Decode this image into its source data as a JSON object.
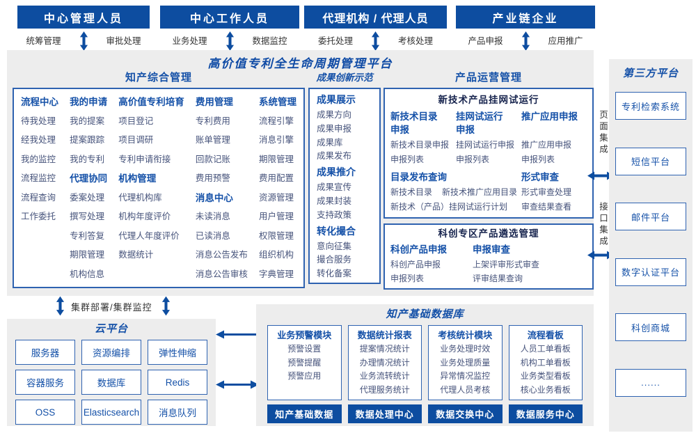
{
  "palette": {
    "header_bg": "#0d4da0",
    "title_blue": "#1551a8",
    "main_title_blue": "#0e4aa5",
    "item_text": "#46537b",
    "panel_bg": "#ededed",
    "border_blue": "#2e62b0",
    "dark_label": "#333333",
    "subbox_title": "#16234d",
    "arrow_blue": "#0d4da0"
  },
  "actors": [
    {
      "title": "中心管理人员",
      "left_label": "统筹管理",
      "right_label": "审批处理"
    },
    {
      "title": "中心工作人员",
      "left_label": "业务处理",
      "right_label": "数据监控"
    },
    {
      "title": "代理机构 / 代理人员",
      "left_label": "委托处理",
      "right_label": "考核处理"
    },
    {
      "title": "产业链企业",
      "left_label": "产品申报",
      "right_label": "应用推广"
    }
  ],
  "platform": {
    "title": "高价值专利全生命周期管理平台",
    "ip_mgmt": {
      "title": "知产综合管理",
      "columns": [
        [
          {
            "t": "h",
            "x": "流程中心"
          },
          {
            "t": "i",
            "x": "待我处理"
          },
          {
            "t": "i",
            "x": "经我处理"
          },
          {
            "t": "i",
            "x": "我的监控"
          },
          {
            "t": "i",
            "x": "流程监控"
          },
          {
            "t": "i",
            "x": "流程查询"
          },
          {
            "t": "i",
            "x": "工作委托"
          }
        ],
        [
          {
            "t": "h",
            "x": "我的申请"
          },
          {
            "t": "i",
            "x": "我的提案"
          },
          {
            "t": "i",
            "x": "提案跟踪"
          },
          {
            "t": "i",
            "x": "我的专利"
          },
          {
            "t": "h",
            "x": "代理协同"
          },
          {
            "t": "i",
            "x": "委案处理"
          },
          {
            "t": "i",
            "x": "撰写处理"
          },
          {
            "t": "i",
            "x": "专利答复"
          },
          {
            "t": "i",
            "x": "期限管理"
          },
          {
            "t": "i",
            "x": "机构信息"
          }
        ],
        [
          {
            "t": "h",
            "x": "高价值专利培育"
          },
          {
            "t": "i",
            "x": "项目登记"
          },
          {
            "t": "i",
            "x": "项目调研"
          },
          {
            "t": "i",
            "x": "专利申请衔接"
          },
          {
            "t": "h",
            "x": "机构管理"
          },
          {
            "t": "i",
            "x": "代理机构库"
          },
          {
            "t": "i",
            "x": "机构年度评价"
          },
          {
            "t": "i",
            "x": "代理人年度评价"
          },
          {
            "t": "i",
            "x": "数据统计"
          }
        ],
        [
          {
            "t": "h",
            "x": "费用管理"
          },
          {
            "t": "i",
            "x": "专利费用"
          },
          {
            "t": "i",
            "x": "账单管理"
          },
          {
            "t": "i",
            "x": "回款记账"
          },
          {
            "t": "i",
            "x": "费用预警"
          },
          {
            "t": "h",
            "x": "消息中心"
          },
          {
            "t": "i",
            "x": "未读消息"
          },
          {
            "t": "i",
            "x": "已读消息"
          },
          {
            "t": "i",
            "x": "消息公告发布"
          },
          {
            "t": "i",
            "x": "消息公告审核"
          }
        ],
        [
          {
            "t": "h",
            "x": "系统管理"
          },
          {
            "t": "i",
            "x": "流程引擎"
          },
          {
            "t": "i",
            "x": "消息引擎"
          },
          {
            "t": "i",
            "x": "期限管理"
          },
          {
            "t": "i",
            "x": "费用配置"
          },
          {
            "t": "i",
            "x": "资源管理"
          },
          {
            "t": "i",
            "x": "用户管理"
          },
          {
            "t": "i",
            "x": "权限管理"
          },
          {
            "t": "i",
            "x": "组织机构"
          },
          {
            "t": "i",
            "x": "字典管理"
          }
        ]
      ]
    },
    "showcase": {
      "title": "成果创新示范",
      "groups": [
        {
          "header": "成果展示",
          "items": [
            "成果方向",
            "成果申报",
            "成果库",
            "成果发布"
          ]
        },
        {
          "header": "成果推介",
          "items": [
            "成果宣传",
            "成果封装",
            "支持政策"
          ]
        },
        {
          "header": "转化撮合",
          "items": [
            "意向征集",
            "撮合服务",
            "转化备案"
          ]
        }
      ]
    },
    "product_ops": {
      "title": "产品运营管理",
      "trial": {
        "title": "新技术产品挂网试运行",
        "columns": [
          {
            "header": "新技术目录\n申报",
            "items": [
              "新技术目录申报",
              "申报列表"
            ]
          },
          {
            "header": "挂网试运行\n申报",
            "items": [
              "挂网试运行申报",
              "申报列表"
            ]
          },
          {
            "header": "推广应用申报",
            "items": [
              "推广应用申报",
              "申报列表"
            ]
          }
        ],
        "catalog": {
          "header": "目录发布查询",
          "rows": [
            [
              "新技术目录",
              "新技术推广应用目录"
            ],
            [
              "新技术（产品）挂网试运行计划"
            ]
          ]
        },
        "review": {
          "header": "形式审查",
          "items": [
            "形式审查处理",
            "审查结果查看"
          ]
        }
      },
      "selection": {
        "title": "科创专区产品遴选管理",
        "columns": [
          {
            "header": "科创产品申报",
            "items": [
              "科创产品申报",
              "申报列表"
            ]
          },
          {
            "header": "申报审查",
            "items": [
              "上架评审形式审查",
              "评审结果查询"
            ]
          }
        ]
      }
    }
  },
  "integration": {
    "page_label": "页面集成",
    "api_label": "接口集成"
  },
  "third_party": {
    "title": "第三方平台",
    "systems": [
      "专利检索系统",
      "短信平台",
      "邮件平台",
      "数字认证平台",
      "科创商城",
      "......"
    ]
  },
  "cluster": {
    "label": "集群部署/集群监控"
  },
  "cloud": {
    "title": "云平台",
    "services": [
      "服务器",
      "资源编排",
      "弹性伸缩",
      "容器服务",
      "数据库",
      "Redis",
      "OSS",
      "Elasticsearch",
      "消息队列"
    ]
  },
  "datahub": {
    "title": "知产基础数据库",
    "modules": [
      {
        "header": "业务预警模块",
        "items": [
          "预警设置",
          "预警提醒",
          "预警应用"
        ]
      },
      {
        "header": "数据统计报表",
        "items": [
          "提案情况统计",
          "办理情况统计",
          "业务流转统计",
          "代理服务统计"
        ]
      },
      {
        "header": "考核统计模块",
        "items": [
          "业务处理时效",
          "业务处理质量",
          "异常情况监控",
          "代理人员考核"
        ]
      },
      {
        "header": "流程看板",
        "items": [
          "人员工单看板",
          "机构工单看板",
          "业务类型看板",
          "核心业务看板"
        ]
      }
    ],
    "centers": [
      "知产基础数据",
      "数据处理中心",
      "数据交换中心",
      "数据服务中心"
    ]
  }
}
